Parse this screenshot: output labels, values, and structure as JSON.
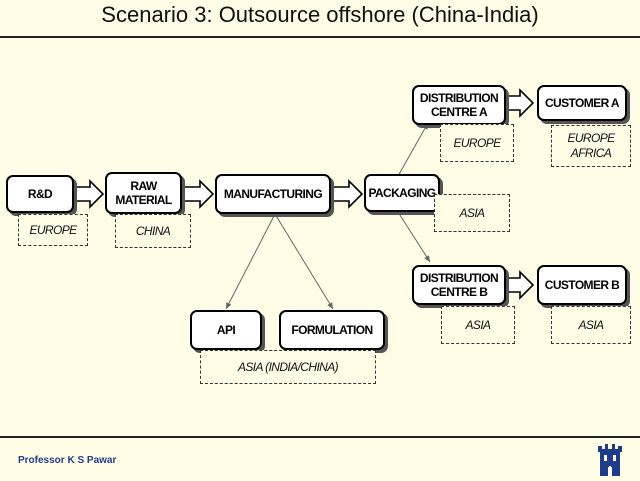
{
  "title": "Scenario 3: Outsource offshore (China-India)",
  "nodes": {
    "rnd": "R&D",
    "raw_material": "RAW MATERIAL",
    "manufacturing": "MANUFACTURING",
    "packaging": "PACKAGING",
    "dc_a": "DISTRIBUTION CENTRE A",
    "customer_a": "CUSTOMER A",
    "dc_b": "DISTRIBUTION CENTRE B",
    "customer_b": "CUSTOMER B",
    "api": "API",
    "formulation": "FORMULATION"
  },
  "locations": {
    "rnd": "EUROPE",
    "raw_material": "CHINA",
    "packaging": "ASIA",
    "dc_a": "EUROPE",
    "customer_a": "EUROPE AFRICA",
    "dc_b": "ASIA",
    "customer_b": "ASIA",
    "api_formulation": "ASIA (INDIA/CHINA)"
  },
  "footer": {
    "author": "Professor K S Pawar",
    "logo": "castle-logo-icon"
  },
  "colors": {
    "background": "#fffde6",
    "footer_text": "#1f3b8c",
    "logo": "#1f3b8c"
  }
}
